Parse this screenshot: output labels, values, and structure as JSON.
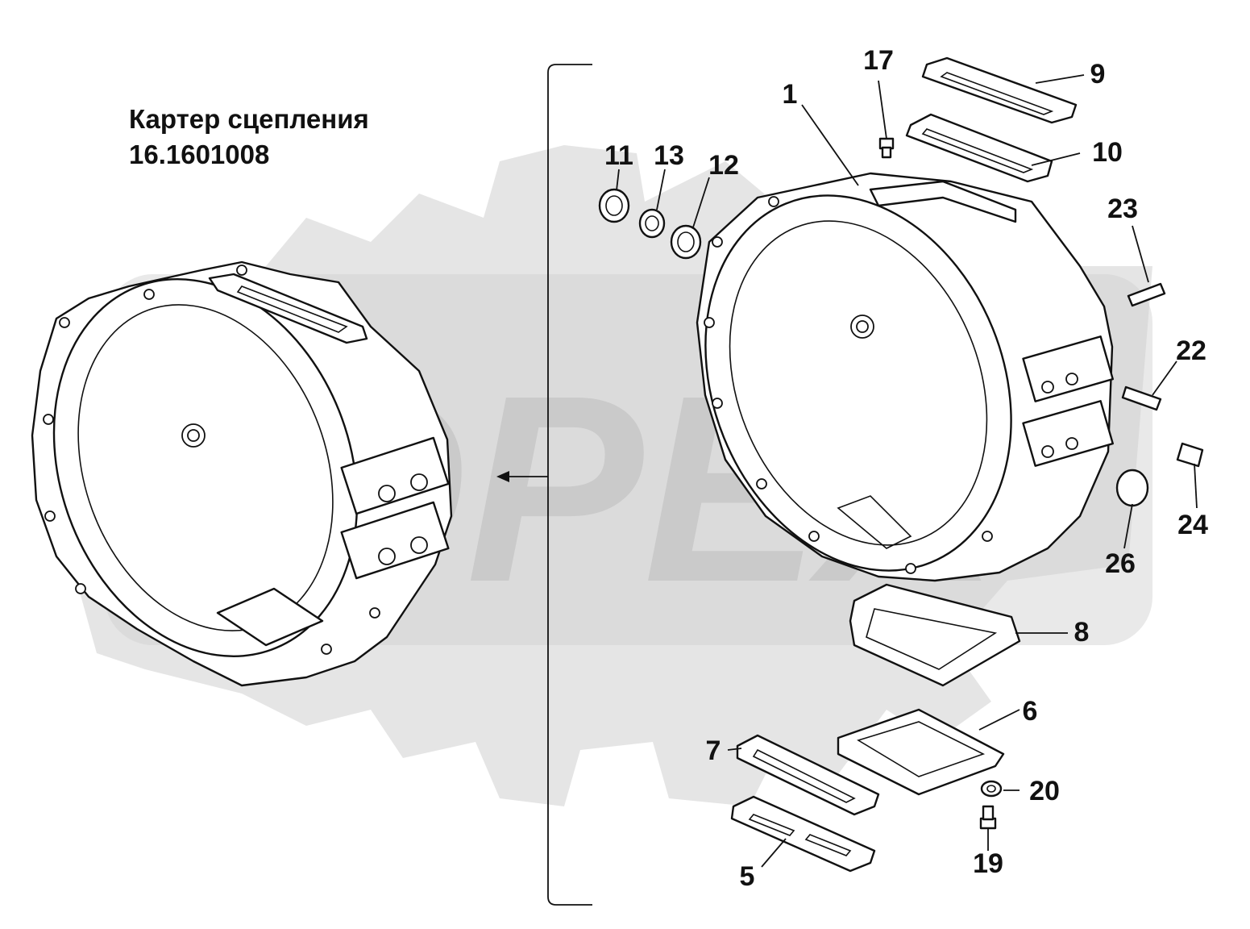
{
  "title": {
    "line1": "Картер сцепления",
    "line2": "16.1601008"
  },
  "watermark": {
    "text": "OPEX",
    "color": "#c9c9c9"
  },
  "callouts": {
    "c1": "1",
    "c5": "5",
    "c6": "6",
    "c7": "7",
    "c8": "8",
    "c9": "9",
    "c10": "10",
    "c11": "11",
    "c12": "12",
    "c13": "13",
    "c17": "17",
    "c19": "19",
    "c20": "20",
    "c22": "22",
    "c23": "23",
    "c24": "24",
    "c26": "26"
  },
  "colors": {
    "line": "#111111",
    "background": "#ffffff",
    "watermark": "#c9c9c9"
  }
}
